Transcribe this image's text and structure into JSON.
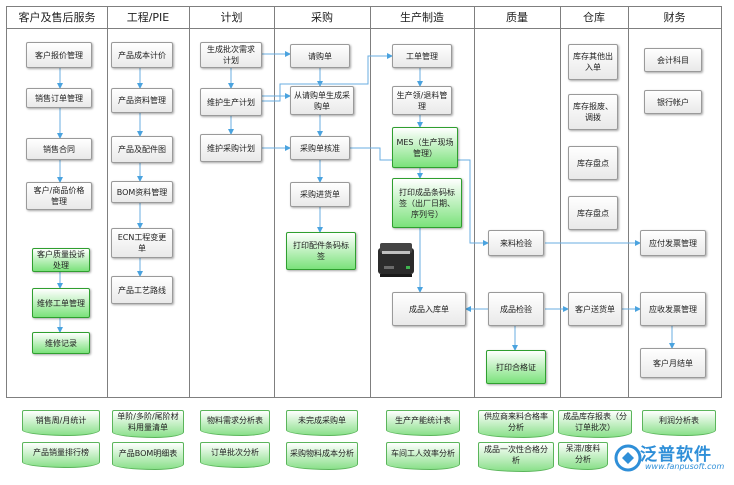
{
  "columns": [
    {
      "label": "客户及售后服务"
    },
    {
      "label": "工程/PIE"
    },
    {
      "label": "计划"
    },
    {
      "label": "采购"
    },
    {
      "label": "生产制造"
    },
    {
      "label": "质量"
    },
    {
      "label": "仓库"
    },
    {
      "label": "财务"
    }
  ],
  "nodes": {
    "customer_quote": "客户报价管理",
    "sales_order": "销售订单管理",
    "sales_contract": "销售合同",
    "customer_price": "客户/商品价格管理",
    "customer_quality": "客户质量投诉处理",
    "repair_order": "维修工单管理",
    "repair_record": "维修记录",
    "product_cost": "产品成本计价",
    "product_data": "产品资料管理",
    "product_parts": "产品及配件图",
    "bom": "BOM资料管理",
    "ecn": "ECN工程变更单",
    "process_route": "产品工艺路线",
    "gen_batch": "生成批次需求计划",
    "maint_production": "维护生产计划",
    "maint_purchase": "维护采购计划",
    "purchase_request": "请购单",
    "gen_po": "从请购单生成采购单",
    "po_review": "采购单核准",
    "purchase_receipt": "采购进货单",
    "print_barcode": "打印配件条码标签",
    "work_order": "工单管理",
    "material_issue": "生产领/退料管理",
    "mes": "MES（生产现场管理）",
    "print_finished": "打印成品条码标签（出厂日期、序列号）",
    "finished_in": "成品入库单",
    "incoming_check": "来料检验",
    "finished_check": "成品检验",
    "print_cert": "打印合格证",
    "other_inout": "库存其他出入单",
    "stock_transfer": "库存报废、调拨",
    "stock_count1": "库存盘点",
    "stock_count2": "库存盘点",
    "customer_delivery": "客户送货单",
    "accounting": "会计科目",
    "bank": "银行帐户",
    "ap_invoice": "应付发票管理",
    "ar_invoice": "应收发票管理",
    "customer_monthly": "客户月结单"
  },
  "reports": {
    "sales_stats": "销售周/月统计",
    "sales_rank": "产品销量排行榜",
    "material_list": "单阶/多阶/尾阶材料用量清单",
    "bom_detail": "产品BOM明细表",
    "material_demand": "物料需求分析表",
    "batch_analysis": "订单批次分析",
    "unfinished_po": "未完成采购单",
    "purchase_cost": "采购物料成本分析",
    "capacity_stats": "生产产能统计表",
    "workshop_eff": "车间工人效率分析",
    "supplier_rate": "供应商来料合格率分析",
    "first_pass": "成品一次性合格分析",
    "finished_stock": "成品库存报表（分订单批次）",
    "scrap_analysis": "呆滞/废料分析",
    "profit_analysis": "利润分析表"
  },
  "watermark": {
    "name": "泛普软件",
    "url": "www.fanpusoft.com"
  }
}
